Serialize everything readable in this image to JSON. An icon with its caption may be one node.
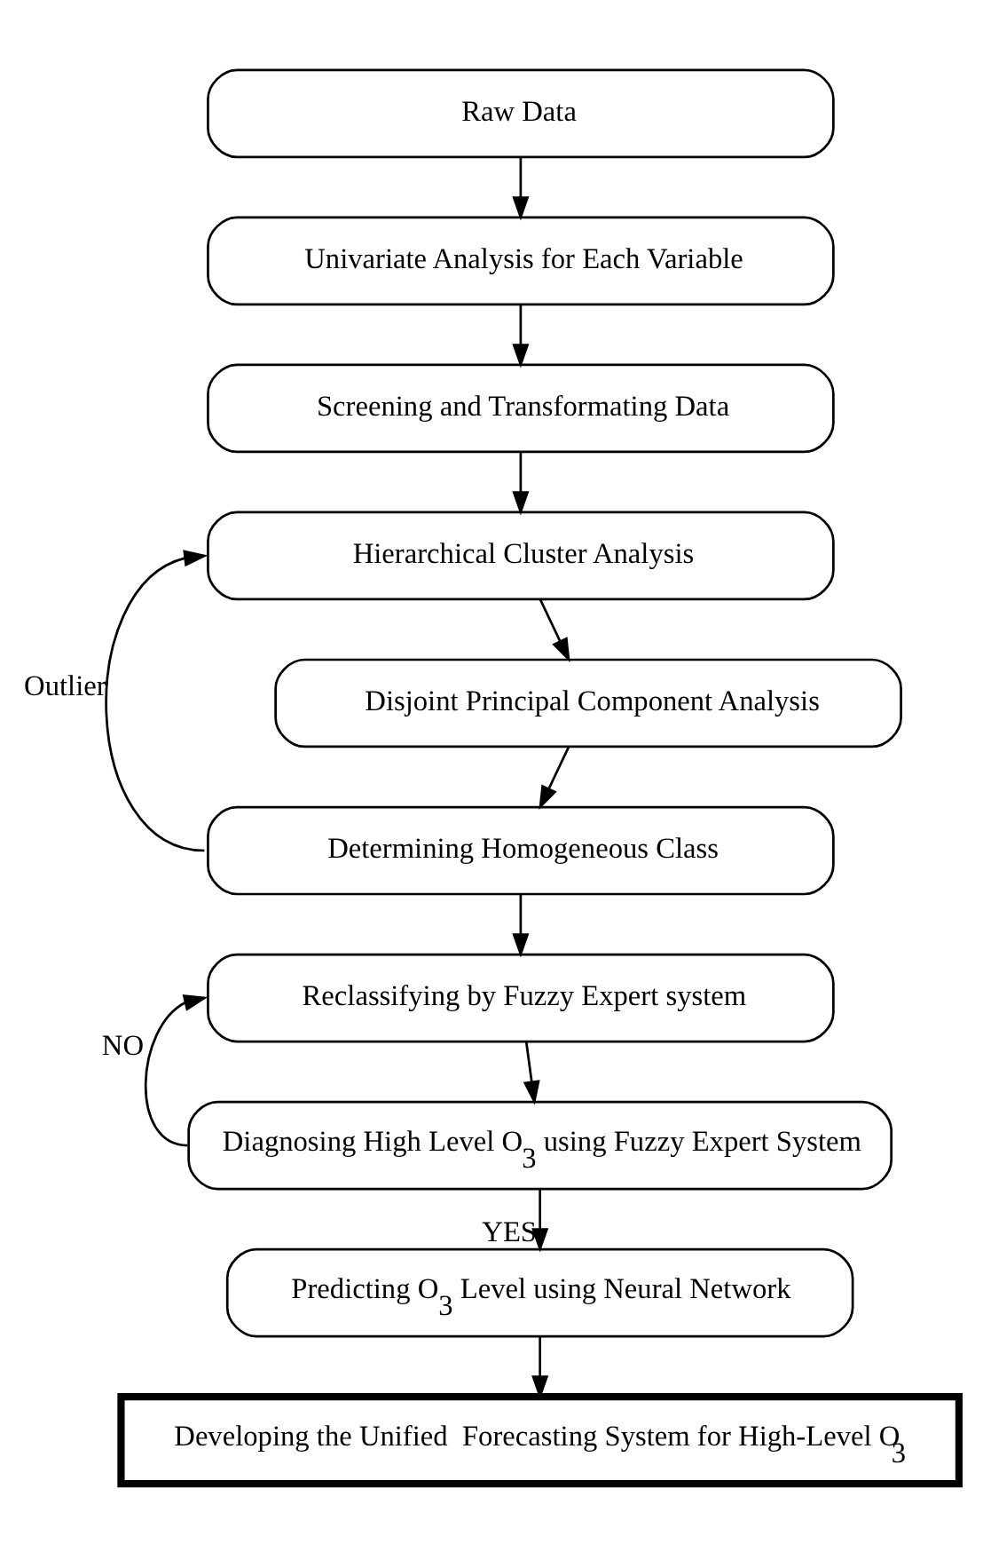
{
  "diagram": {
    "nodes": [
      {
        "text": [
          "Raw Data"
        ]
      },
      {
        "text": [
          "Univariate Analysis for Each Variable"
        ]
      },
      {
        "text": [
          "Screening and Transformating Data"
        ]
      },
      {
        "text": [
          "Hierarchical Cluster Analysis"
        ]
      },
      {
        "text": [
          "Disjoint Principal Component Analysis"
        ]
      },
      {
        "text": [
          "Determining Homogeneous Class"
        ]
      },
      {
        "text": [
          "Reclassifying by Fuzzy Expert system"
        ]
      },
      {
        "text": [
          "Diagnosing High Level O$_{3}$ using Fuzzy Expert System"
        ]
      },
      {
        "text": [
          "Predicting O$_{3}$ Level using Neural Network"
        ]
      },
      {
        "text": [
          "Developing the Unified  Forecasting System for High-Level O$_{3}$"
        ]
      }
    ],
    "edges": [
      {
        "from": 0,
        "to": 1,
        "arrow": "to"
      },
      {
        "from": 1,
        "to": 2,
        "arrow": "to"
      },
      {
        "from": 2,
        "to": 3,
        "arrow": "to"
      },
      {
        "from": 3,
        "to": 4,
        "arrow": "to"
      },
      {
        "from": 4,
        "to": 5,
        "arrow": "to"
      },
      {
        "from": 5,
        "to": 3,
        "arrow": "to",
        "label": "Outlier"
      },
      {
        "from": 5,
        "to": 6,
        "arrow": "to"
      },
      {
        "from": 6,
        "to": 7,
        "arrow": "to"
      },
      {
        "from": 7,
        "to": 6,
        "arrow": "to",
        "label": "NO"
      },
      {
        "from": 7,
        "to": 8,
        "arrow": "to",
        "label": "YES"
      },
      {
        "from": 8,
        "to": 9,
        "arrow": "to"
      }
    ]
  }
}
